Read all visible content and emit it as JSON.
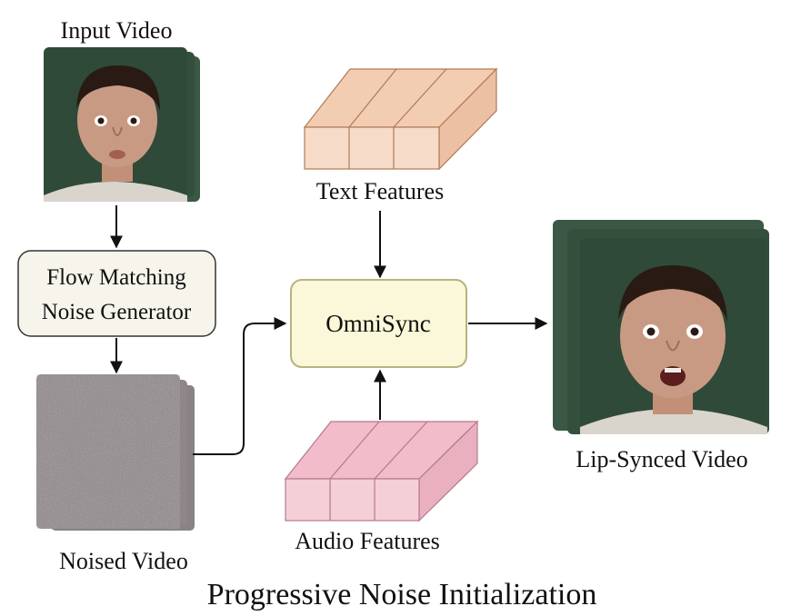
{
  "labels": {
    "input_video": "Input Video",
    "flow_line1": "Flow Matching",
    "flow_line2": "Noise Generator",
    "noised_video": "Noised Video",
    "text_features": "Text Features",
    "omnisync": "OmniSync",
    "audio_features": "Audio Features",
    "lip_synced_video": "Lip-Synced Video",
    "caption": "Progressive Noise Initialization"
  },
  "colors": {
    "frame_bg": "#2f4a38",
    "skin": "#c99a83",
    "hair": "#2a1a14",
    "noise": "#8c8487",
    "flow_box_fill": "#f7f4ec",
    "omnisync_fill": "#fbf8d9",
    "omnisync_stroke": "#b8b27e",
    "text_feature_fill": "#f6dcc8",
    "audio_feature_fill": "#f5cfd8",
    "arrow": "#111111"
  }
}
